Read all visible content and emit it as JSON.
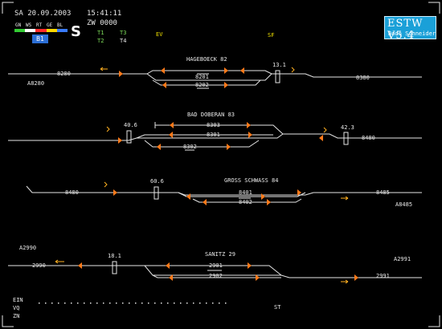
{
  "header": {
    "day_date": "SA 20.09.2003",
    "time": "15:41:11",
    "zw": "ZW 0000",
    "color_codes": [
      "GN",
      "WS",
      "RT",
      "GE",
      "BL"
    ],
    "color_bar": [
      "#33cc33",
      "#ffffff",
      "#ff2a2a",
      "#ffd800",
      "#3a7cff"
    ],
    "b1": "B1",
    "s_mark": "S",
    "t1": "T1",
    "t2": "T2",
    "t3": "T3",
    "t4": "T4",
    "ev": "EV",
    "sf": "SF",
    "logo_title": "ESTW V5.4",
    "logo_sub": "Bodo Schneider"
  },
  "stations": {
    "hageboeck": {
      "name": "HAGEBOECK 82",
      "km": "13.1",
      "track_left": "8280",
      "track_right": "8380",
      "side_label": "A8280",
      "track_upper": "8201",
      "track_lower": "8202"
    },
    "bad_doberan": {
      "name": "BAD DOBERAN 83",
      "km_left": "40.6",
      "km_right": "42.3",
      "track_1": "8303",
      "track_2": "8301",
      "track_3": "8302",
      "track_right": "8480"
    },
    "gross_schwass": {
      "name": "GROSS SCHWASS 84",
      "km": "60.6",
      "track_left": "8480",
      "track_upper": "8401",
      "track_lower": "8402",
      "track_right": "8485",
      "side_label": "A8485"
    },
    "sanitz": {
      "name": "SANITZ 29",
      "km": "18.1",
      "top_left_label": "A2990",
      "track_left": "2990",
      "track_upper": "2901",
      "track_lower": "2902",
      "track_right": "2991",
      "right_label": "A2991"
    }
  },
  "footer": {
    "ein": "EIN",
    "vq": "VQ",
    "zn": "ZN",
    "st": "ST"
  },
  "colors": {
    "track": "#e6e6e6",
    "signal": "#ff7a1a",
    "arrow": "#ffb020",
    "background": "#000000"
  }
}
